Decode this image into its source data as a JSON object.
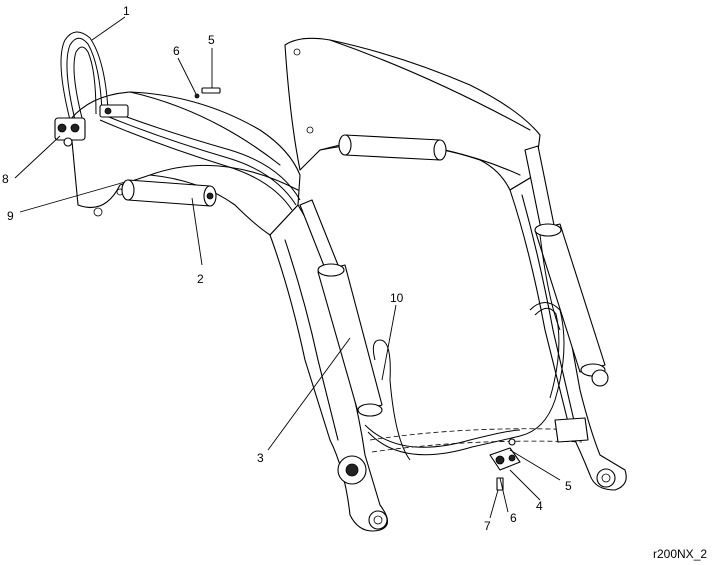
{
  "callouts": [
    {
      "id": "c1",
      "label": "1"
    },
    {
      "id": "c2",
      "label": "2"
    },
    {
      "id": "c3",
      "label": "3"
    },
    {
      "id": "c4",
      "label": "4"
    },
    {
      "id": "c5a",
      "label": "5"
    },
    {
      "id": "c5b",
      "label": "5"
    },
    {
      "id": "c6a",
      "label": "6"
    },
    {
      "id": "c6b",
      "label": "6"
    },
    {
      "id": "c7",
      "label": "7"
    },
    {
      "id": "c8",
      "label": "8"
    },
    {
      "id": "c9",
      "label": "9"
    },
    {
      "id": "c10",
      "label": "10"
    }
  ],
  "figure_ref": "r200NX_2"
}
